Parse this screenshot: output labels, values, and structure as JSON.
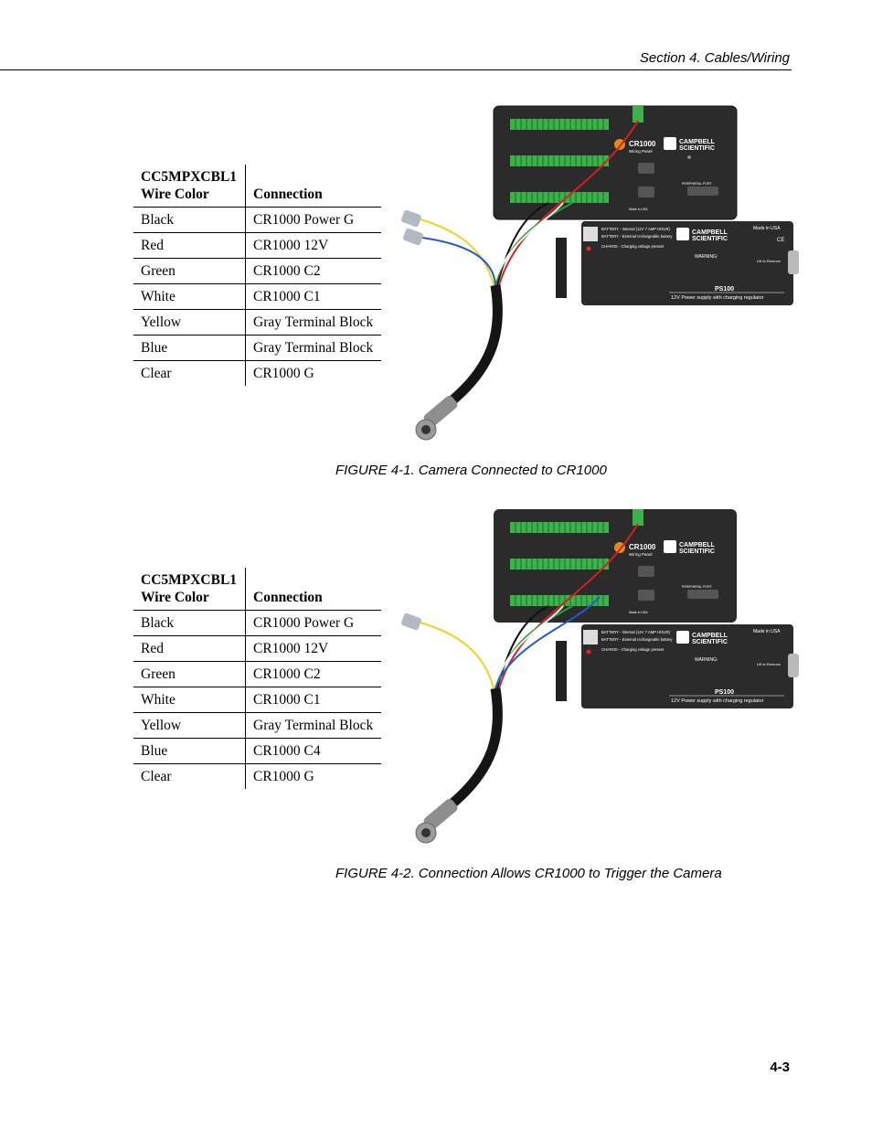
{
  "header": {
    "section": "Section 4.  Cables/Wiring"
  },
  "tables": [
    {
      "col1_line1": "CC5MPXCBL1",
      "col1_line2": "Wire Color",
      "col2": "Connection",
      "rows": [
        [
          "Black",
          "CR1000 Power G"
        ],
        [
          "Red",
          "CR1000 12V"
        ],
        [
          "Green",
          "CR1000 C2"
        ],
        [
          "White",
          "CR1000 C1"
        ],
        [
          "Yellow",
          "Gray Terminal Block"
        ],
        [
          "Blue",
          "Gray Terminal Block"
        ],
        [
          "Clear",
          "CR1000 G"
        ]
      ]
    },
    {
      "col1_line1": "CC5MPXCBL1",
      "col1_line2": "Wire Color",
      "col2": "Connection",
      "rows": [
        [
          "Black",
          "CR1000 Power G"
        ],
        [
          "Red",
          "CR1000 12V"
        ],
        [
          "Green",
          "CR1000 C2"
        ],
        [
          "White",
          "CR1000 C1"
        ],
        [
          "Yellow",
          "Gray Terminal Block"
        ],
        [
          "Blue",
          "CR1000 C4"
        ],
        [
          "Clear",
          "CR1000 G"
        ]
      ]
    }
  ],
  "figures": [
    {
      "caption": "FIGURE 4-1.  Camera Connected to CR1000"
    },
    {
      "caption": "FIGURE 4-2.  Connection Allows CR1000 to Trigger the Camera"
    }
  ],
  "device_labels": {
    "cr1000": "CR1000",
    "wiring_panel": "Wiring Panel",
    "brand_line1": "CAMPBELL",
    "brand_line2": "SCIENTIFIC",
    "peripheral_port": "PERIPHERAL PORT",
    "made_in_usa_small": "Made in USA",
    "ps100": "PS100",
    "ps100_desc": "12V Power supply with charging regulator",
    "made_in_usa": "Made in USA",
    "ce": "CE",
    "lift_to_remove": "Lift to Remove",
    "warning": "WARNING:",
    "battery_internal": "BATTERY - Internal (12V 7 AMP HOUR)",
    "battery_external": "BATTERY - External rechargeable battery",
    "charge": "CHARGE - Charging voltage present"
  },
  "footer": {
    "page": "4-3"
  }
}
